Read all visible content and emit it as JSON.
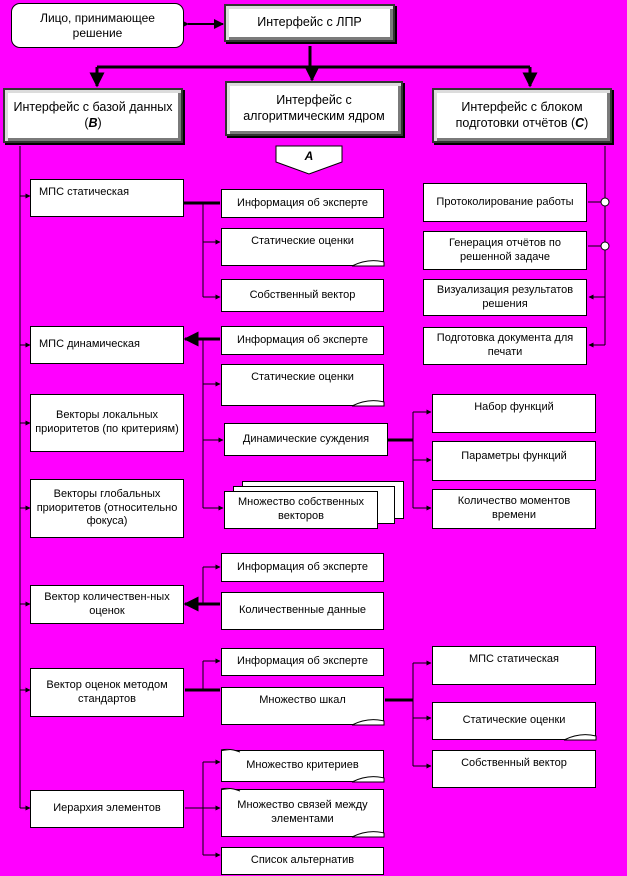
{
  "top": {
    "dm": "Лицо, принимающее решение",
    "dm_interface": "Интерфейс с ЛПР"
  },
  "interfaces": {
    "db": {
      "text": "Интерфейс с базой данных",
      "letter": "B"
    },
    "core": {
      "text": "Интерфейс с алгоритмическим ядром",
      "letter": "A"
    },
    "reports": {
      "text": "Интерфейс с блоком подготовки отчётов",
      "letter": "C"
    }
  },
  "db_items": [
    "МПС статическая",
    "МПС динамическая",
    "Векторы локальных приоритетов (по критериям)",
    "Векторы глобальных приоритетов (относительно фокуса)",
    "Вектор количествен-ных оценок",
    "Вектор оценок методом стандартов",
    "Иерархия элементов"
  ],
  "static_group": [
    "Информация об эксперте",
    "Статические оценки",
    "Собственный вектор"
  ],
  "dynamic_group": [
    "Информация об эксперте",
    "Статические оценки",
    "Динамические суждения",
    "Множество собственных векторов"
  ],
  "dynamic_sub": [
    "Набор функций",
    "Параметры функций",
    "Количество моментов времени"
  ],
  "quant_group": [
    "Информация об эксперте",
    "Количественные данные"
  ],
  "standards_group": [
    "Информация об эксперте",
    "Множество шкал"
  ],
  "standards_sub": [
    "МПС статическая",
    "Статические оценки",
    "Собственный вектор"
  ],
  "hierarchy_group": [
    "Множество критериев",
    "Множество связей между элементами",
    "Список альтернатив"
  ],
  "report_items": [
    "Протоколирование работы",
    "Генерация отчётов по решенной задаче",
    "Визуализация результатов решения",
    "Подготовка документа для печати"
  ]
}
